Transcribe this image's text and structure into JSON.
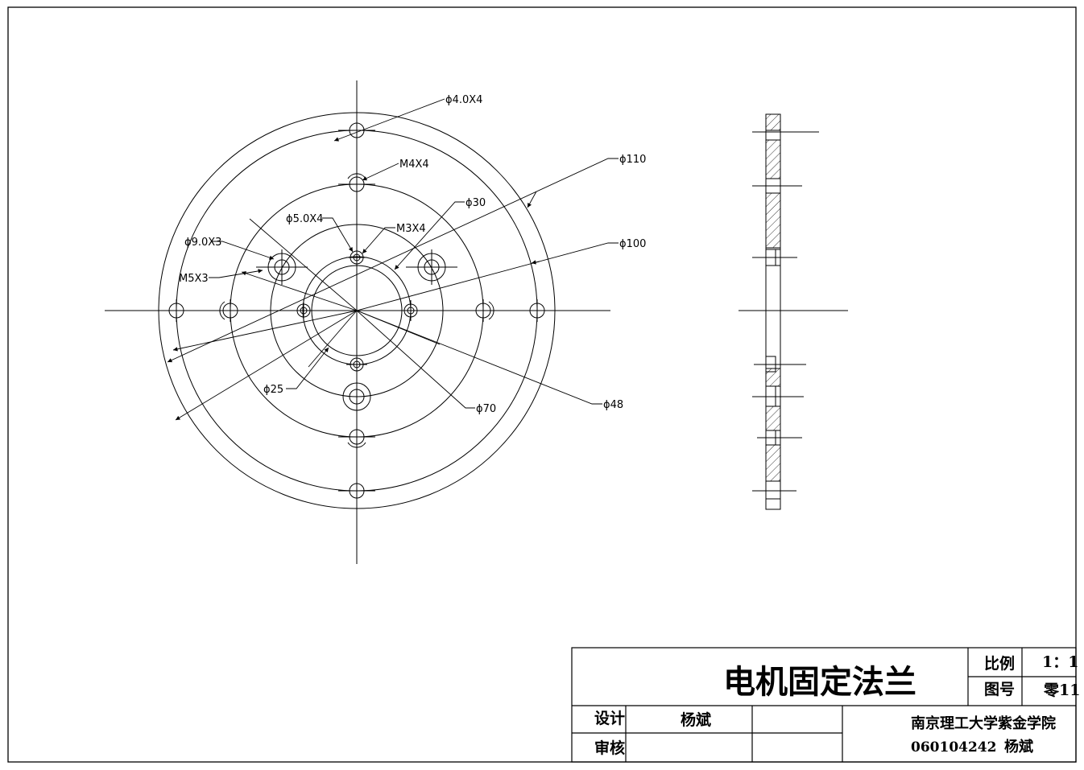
{
  "front_view": {
    "dimensions": [
      {
        "id": "d-phi4x4",
        "label": "ϕ4.0X4"
      },
      {
        "id": "d-m4x4",
        "label": "M4X4"
      },
      {
        "id": "d-phi110",
        "label": "ϕ110"
      },
      {
        "id": "d-phi30",
        "label": "ϕ30"
      },
      {
        "id": "d-phi5x4",
        "label": "ϕ5.0X4"
      },
      {
        "id": "d-m3x4",
        "label": "M3X4"
      },
      {
        "id": "d-phi9x3",
        "label": "ϕ9.0X3"
      },
      {
        "id": "d-phi100",
        "label": "ϕ100"
      },
      {
        "id": "d-m5x3",
        "label": "M5X3"
      },
      {
        "id": "d-phi25",
        "label": "ϕ25"
      },
      {
        "id": "d-phi70",
        "label": "ϕ70"
      },
      {
        "id": "d-phi48",
        "label": "ϕ48"
      }
    ]
  },
  "title_block": {
    "part_name": "电机固定法兰",
    "scale_label": "比例",
    "scale_value": "1：1",
    "drawing_no_label": "图号",
    "drawing_no_value": "零11",
    "design_label": "设计",
    "designer": "杨斌",
    "review_label": "审核",
    "school": "南京理工大学紫金学院",
    "student_id": "060104242",
    "student_name": "杨斌"
  }
}
